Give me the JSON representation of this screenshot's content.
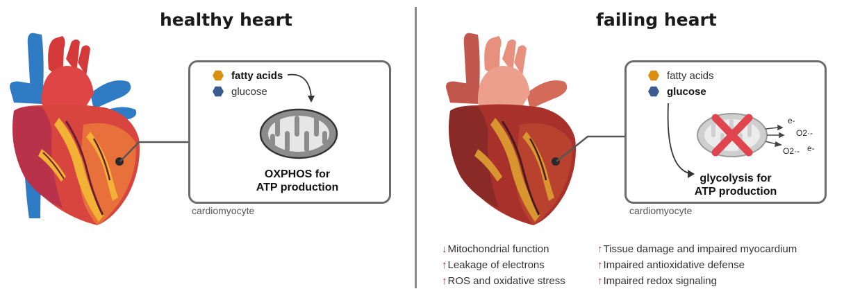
{
  "healthy": {
    "title": "healthy heart",
    "nutrients": [
      {
        "label": "fatty acids",
        "icon": "fatty-acid-hexagon",
        "color": "#d9900f",
        "emphasis": true
      },
      {
        "label": "glucose",
        "icon": "glucose-hexagon",
        "color": "#3b5a8f",
        "emphasis": false
      }
    ],
    "process": "OXPHOS for\nATP production",
    "cell_label": "cardiomyocyte"
  },
  "failing": {
    "title": "failing heart",
    "nutrients": [
      {
        "label": "fatty acids",
        "icon": "fatty-acid-hexagon",
        "color": "#d9900f",
        "emphasis": false
      },
      {
        "label": "glucose",
        "icon": "glucose-hexagon",
        "color": "#3b5a8f",
        "emphasis": true
      }
    ],
    "process": "glycolysis for\nATP production",
    "cell_label": "cardiomyocyte",
    "ros_labels": [
      "e-",
      "O2·-",
      "O2·-",
      "e-"
    ],
    "effects_left": [
      {
        "direction": "down",
        "text": "Mitochondrial function"
      },
      {
        "direction": "up",
        "text": "Leakage of electrons"
      },
      {
        "direction": "up",
        "text": "ROS and oxidative stress"
      }
    ],
    "effects_right": [
      {
        "direction": "up",
        "text": "Tissue damage and impaired myocardium"
      },
      {
        "direction": "up",
        "text": "Impaired antioxidative defense"
      },
      {
        "direction": "up",
        "text": "Impaired redox signaling"
      }
    ]
  },
  "colors": {
    "arrow_red": "#c0272d",
    "panel_border": "#6b6b6b",
    "cross": "#e0454f"
  }
}
